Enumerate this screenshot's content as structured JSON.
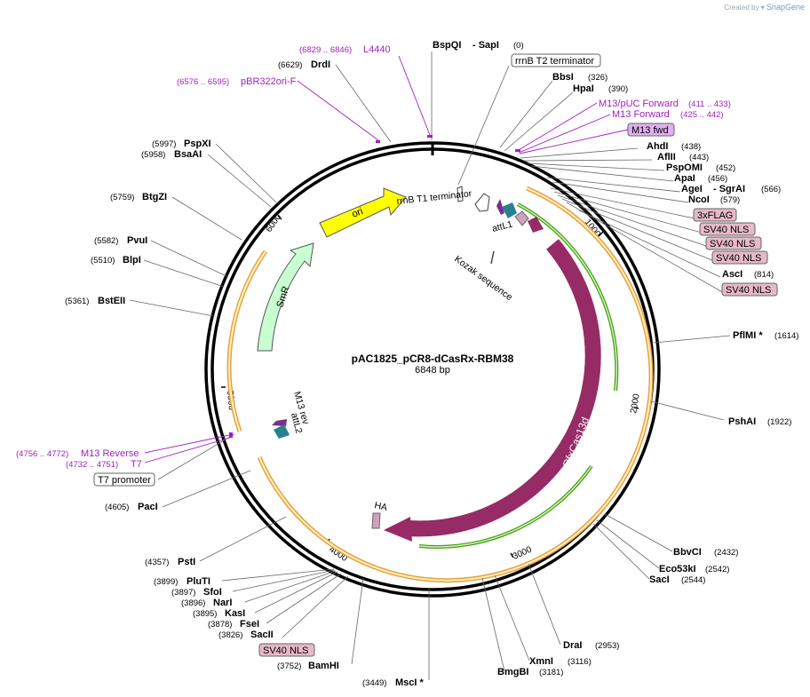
{
  "credit": {
    "prefix": "Created by",
    "brand": "SnapGene"
  },
  "plasmid": {
    "name": "pAC1825_pCR8-dCasRx-RBM38",
    "length": "6848 bp"
  },
  "ruler_ticks": [
    "1000",
    "2000",
    "3000",
    "4000",
    "5000",
    "6000"
  ],
  "enzymes": [
    {
      "id": "bspqi",
      "name": "BspQI",
      "pos": ""
    },
    {
      "id": "sapi",
      "name": "- SapI",
      "pos": "(0)"
    },
    {
      "id": "bbsi",
      "name": "BbsI",
      "pos": "(326)"
    },
    {
      "id": "hpai",
      "name": "HpaI",
      "pos": "(390)"
    },
    {
      "id": "ahdi",
      "name": "AhdI",
      "pos": "(438)"
    },
    {
      "id": "aflii",
      "name": "AflII",
      "pos": "(443)"
    },
    {
      "id": "pspomi",
      "name": "PspOMI",
      "pos": "(452)"
    },
    {
      "id": "apai",
      "name": "ApaI",
      "pos": "(456)"
    },
    {
      "id": "agei",
      "name": "AgeI",
      "pos": ""
    },
    {
      "id": "sgrai",
      "name": "- SgrAI",
      "pos": "(566)"
    },
    {
      "id": "ncoi",
      "name": "NcoI",
      "pos": "(579)"
    },
    {
      "id": "asci",
      "name": "AscI",
      "pos": "(814)"
    },
    {
      "id": "pflmi",
      "name": "PflMI *",
      "pos": "(1614)"
    },
    {
      "id": "pshai",
      "name": "PshAI",
      "pos": "(1922)"
    },
    {
      "id": "bbvci",
      "name": "BbvCI",
      "pos": "(2432)"
    },
    {
      "id": "eco53ki",
      "name": "Eco53kI",
      "pos": "(2542)"
    },
    {
      "id": "saci",
      "name": "SacI",
      "pos": "(2544)"
    },
    {
      "id": "drai",
      "name": "DraI",
      "pos": "(2953)"
    },
    {
      "id": "xmni",
      "name": "XmnI",
      "pos": "(3116)"
    },
    {
      "id": "bmgbi",
      "name": "BmgBI",
      "pos": "(3181)"
    },
    {
      "id": "msci",
      "name": "MscI *",
      "pos": "(3449)"
    },
    {
      "id": "bamhi",
      "name": "BamHI",
      "pos": "(3752)"
    },
    {
      "id": "sacii",
      "name": "SacII",
      "pos": "(3826)"
    },
    {
      "id": "fsei",
      "name": "FseI",
      "pos": "(3878)"
    },
    {
      "id": "kasi",
      "name": "KasI",
      "pos": "(3895)"
    },
    {
      "id": "nari",
      "name": "NarI",
      "pos": "(3896)"
    },
    {
      "id": "sfoi",
      "name": "SfoI",
      "pos": "(3897)"
    },
    {
      "id": "pluti",
      "name": "PluTI",
      "pos": "(3899)"
    },
    {
      "id": "psti",
      "name": "PstI",
      "pos": "(4357)"
    },
    {
      "id": "paci",
      "name": "PacI",
      "pos": "(4605)"
    },
    {
      "id": "bsteii",
      "name": "BstEII",
      "pos": "(5361)"
    },
    {
      "id": "blpi",
      "name": "BlpI",
      "pos": "(5510)"
    },
    {
      "id": "pvui",
      "name": "PvuI",
      "pos": "(5582)"
    },
    {
      "id": "btgzi",
      "name": "BtgZI",
      "pos": "(5759)"
    },
    {
      "id": "bsaai",
      "name": "BsaAI",
      "pos": "(5958)"
    },
    {
      "id": "pspxi",
      "name": "PspXI",
      "pos": "(5997)"
    },
    {
      "id": "drdi",
      "name": "DrdI",
      "pos": "(6629)"
    }
  ],
  "primers": [
    {
      "id": "l4440",
      "name": "L4440",
      "range": "(6829 .. 6846)"
    },
    {
      "id": "pbr322",
      "name": "pBR322ori-F",
      "range": "(6576 .. 6595)"
    },
    {
      "id": "m13puc",
      "name": "M13/pUC Forward",
      "range": "(411 .. 433)"
    },
    {
      "id": "m13fwd",
      "name": "M13 Forward",
      "range": "(425 .. 442)"
    },
    {
      "id": "m13rev",
      "name": "M13 Reverse",
      "range": "(4756 .. 4772)"
    },
    {
      "id": "t7",
      "name": "T7",
      "range": "(4732 .. 4751)"
    }
  ],
  "boxed_labels": {
    "rrnb_t2": "rrnB T2 terminator",
    "m13_fwd": "M13 fwd",
    "flag": "3xFLAG",
    "nls1": "SV40 NLS",
    "nls2": "SV40 NLS",
    "nls3": "SV40 NLS",
    "nls4": "SV40 NLS",
    "nls5": "SV40 NLS",
    "t7_promoter": "T7 promoter"
  },
  "features": {
    "ori": "ori",
    "smr": "SmR",
    "rfxcas13d": "RfxCas13d",
    "rrnb_t1": "rrnB T1 terminator",
    "attl1": "attL1",
    "attl2": "attL2",
    "kozak": "Kozak sequence",
    "m13_rev": "M13 rev",
    "ha": "HA"
  },
  "colors": {
    "ori": "#ffff00",
    "smr": "#c8ffd0",
    "rfxcas13d": "#962b66",
    "attl": "#2a7f8f",
    "nls_box": "#e6b8c8",
    "m13_box": "#e0b0f0",
    "primer": "#a020c0",
    "orf_orange": "#e8a040",
    "orf_green": "#40a010"
  }
}
